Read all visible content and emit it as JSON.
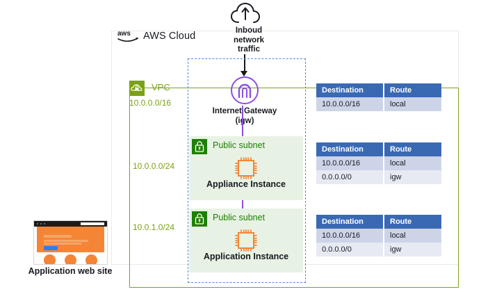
{
  "diagram": {
    "cloud": {
      "title": "AWS Cloud",
      "logo_icon": "aws-logo-icon"
    },
    "inbound": {
      "icon": "cloud-down-arrow-icon",
      "label_line1": "Inboud",
      "label_line2": "network",
      "label_line3": "traffic"
    },
    "vpc": {
      "icon": "vpc-cloud-lock-icon",
      "title": "VPC",
      "cidr": "10.0.0.0/16",
      "color": "#7aa116"
    },
    "internet_gateway": {
      "icon": "internet-gateway-icon",
      "label_line1": "Internet Gateway",
      "label_line2": "(igw)",
      "color": "#8c4fe0"
    },
    "subnets": [
      {
        "icon": "padlock-icon",
        "title": "Public subnet",
        "cidr": "10.0.0.0/24",
        "instance_icon": "ec2-instance-icon",
        "instance_label": "Appliance Instance"
      },
      {
        "icon": "padlock-icon",
        "title": "Public subnet",
        "cidr": "10.0.1.0/24",
        "instance_icon": "ec2-instance-icon",
        "instance_label": "Application Instance"
      }
    ],
    "route_tables": [
      {
        "headers": [
          "Destination",
          "Route"
        ],
        "rows": [
          [
            "10.0.0.0/16",
            "local"
          ]
        ]
      },
      {
        "headers": [
          "Destination",
          "Route"
        ],
        "rows": [
          [
            "10.0.0.0/16",
            "local"
          ],
          [
            "0.0.0.0/0",
            "igw"
          ]
        ]
      },
      {
        "headers": [
          "Destination",
          "Route"
        ],
        "rows": [
          [
            "10.0.0.0/16",
            "local"
          ],
          [
            "0.0.0.0/0",
            "igw"
          ]
        ]
      }
    ],
    "website": {
      "label": "Application web site",
      "icon": "browser-window-icon"
    },
    "colors": {
      "vpc_green": "#7aa116",
      "subnet_green": "#1d8102",
      "subnet_fill": "#e8f2e4",
      "gateway_purple": "#8c4fe0",
      "table_header_blue": "#3a69b4",
      "table_row_blue": "#ced4e8",
      "dashed_blue": "#4d88e0",
      "instance_orange": "#f58536"
    }
  }
}
